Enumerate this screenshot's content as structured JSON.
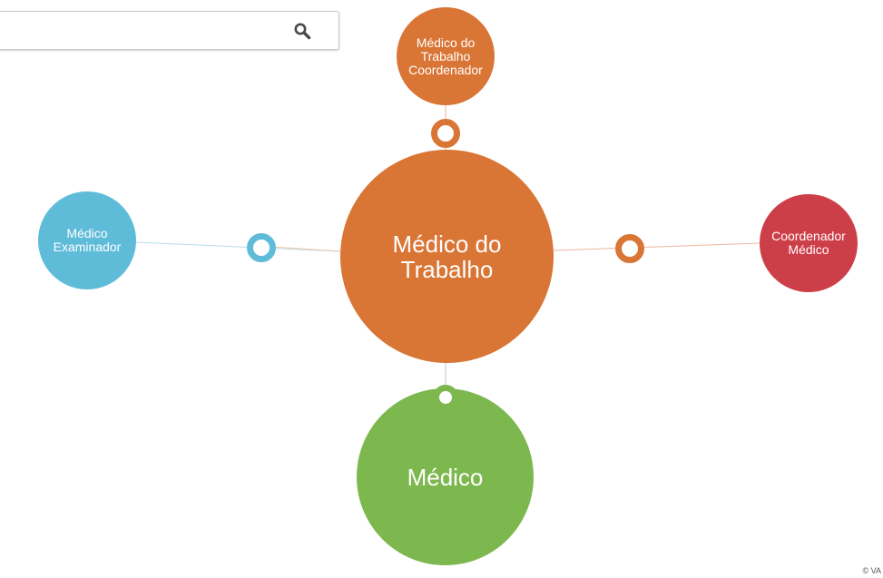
{
  "search": {
    "placeholder": "",
    "icon": "magnifier-icon"
  },
  "nodes": {
    "center": {
      "label": "Médico do\nTrabalho",
      "color": "#d97535"
    },
    "top": {
      "label": "Médico do\nTrabalho\nCoordenador",
      "color": "#d97535"
    },
    "left": {
      "label": "Médico\nExaminador",
      "color": "#5fbcd8"
    },
    "right": {
      "label": "Coordenador\nMédico",
      "color": "#cd3f48"
    },
    "bottom": {
      "label": "Médico",
      "color": "#7cb84e"
    }
  },
  "copyright": "© VA"
}
